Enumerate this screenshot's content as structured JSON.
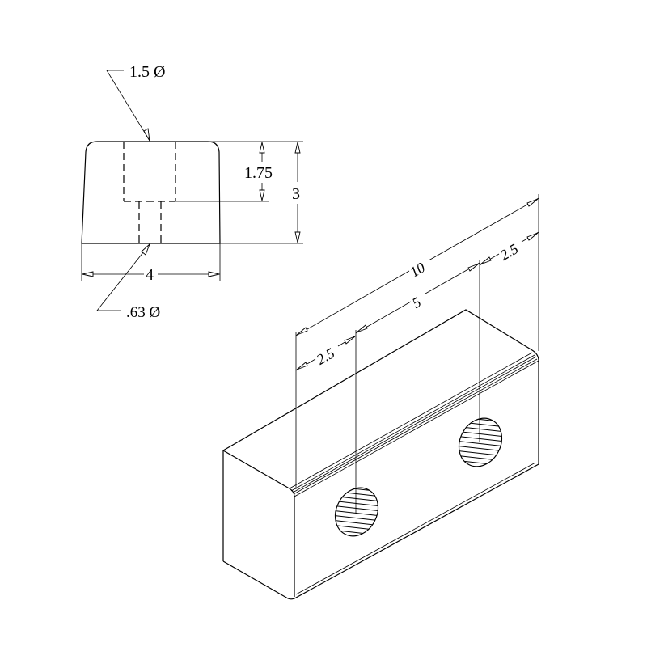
{
  "drawing": {
    "type": "technical-drawing",
    "views": [
      "side-section-view",
      "isometric-view"
    ],
    "side_view": {
      "callouts": {
        "counterbore_diameter": "1.5 Ø",
        "through_hole_diameter": ".63 Ø"
      },
      "dimensions": {
        "counterbore_depth": "1.75",
        "height": "3",
        "width": "4"
      }
    },
    "isometric_view": {
      "dimensions": {
        "overall_length": "10",
        "hole_spacing": "5",
        "left_offset": "2.5",
        "right_offset": "2.5"
      },
      "holes": 2
    },
    "colors": {
      "line": "#000000",
      "background": "#ffffff"
    }
  }
}
